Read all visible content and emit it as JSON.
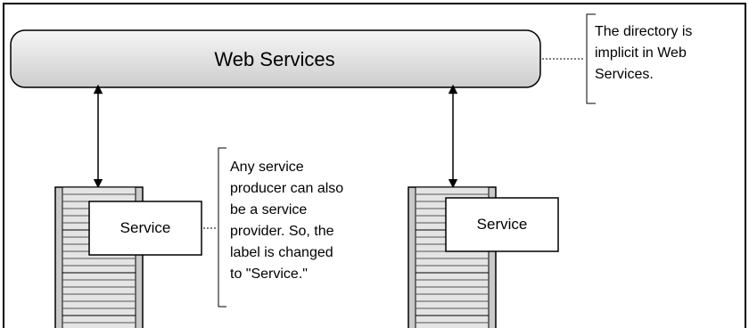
{
  "header_bar": {
    "label": "Web Services"
  },
  "note_directory": {
    "lines": [
      "The directory is",
      "implicit in Web",
      "Services."
    ]
  },
  "note_service": {
    "lines": [
      "Any service",
      "producer can also",
      "be a service",
      "provider. So, the",
      "label is changed",
      "to \"Service.\""
    ]
  },
  "nodes": [
    {
      "label": "Service"
    },
    {
      "label": "Service"
    }
  ],
  "colors": {
    "bar_fill_top": "#f4f4f4",
    "bar_fill_bottom": "#cfcfcf",
    "server_fill": "#c9c9c9",
    "stroke": "#000000"
  }
}
